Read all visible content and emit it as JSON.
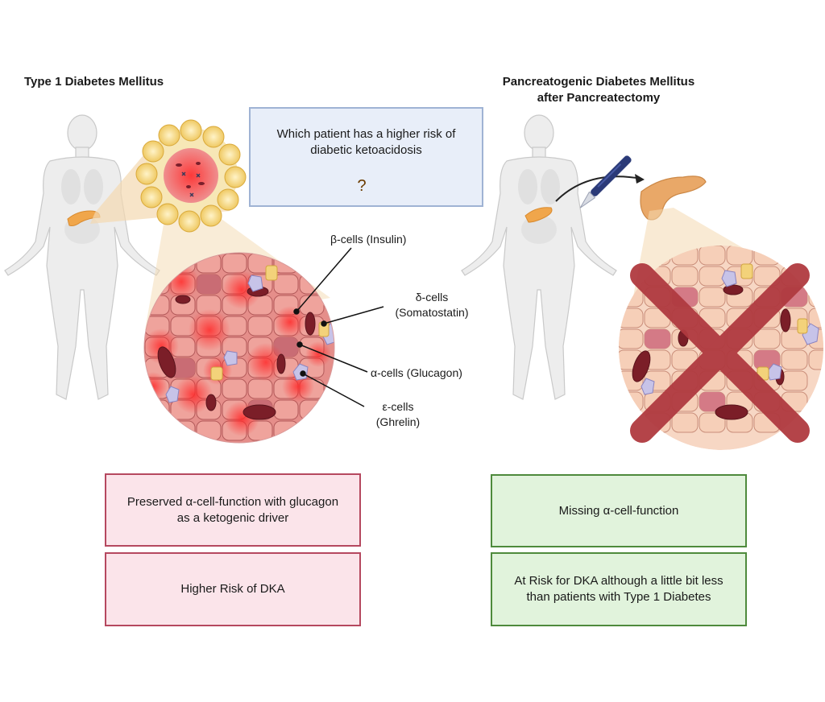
{
  "left_panel": {
    "title": "Type 1 Diabetes Mellitus",
    "cell_labels": {
      "beta": "β-cells (Insulin)",
      "delta_line1": "δ-cells",
      "delta_line2": "(Somatostatin)",
      "alpha": "α-cells (Glucagon)",
      "epsilon_line1": "ε-cells",
      "epsilon_line2": "(Ghrelin)"
    },
    "box_function": "Preserved α-cell-function with glucagon as a ketogenic driver",
    "box_risk": "Higher Risk of DKA"
  },
  "question": {
    "text": "Which patient has a higher risk of diabetic ketoacidosis",
    "icon_symbol": "?"
  },
  "right_panel": {
    "title_line1": "Pancreatogenic Diabetes Mellitus",
    "title_line2": "after Pancreatectomy",
    "box_function": "Missing α-cell-function",
    "box_risk": "At Risk for DKA although a little bit less than patients with Type 1 Diabetes"
  },
  "colors": {
    "risk_box_fill": "#fbe4ea",
    "risk_box_border": "#b5485f",
    "safe_box_fill": "#e1f3dc",
    "safe_box_border": "#4e8a3c",
    "question_box_fill": "#e8eef9",
    "question_box_border": "#9fb3d4",
    "hexagon_icon": "#f2a516",
    "cross_mark": "#b03a40",
    "scalpel": "#2b3a78"
  }
}
